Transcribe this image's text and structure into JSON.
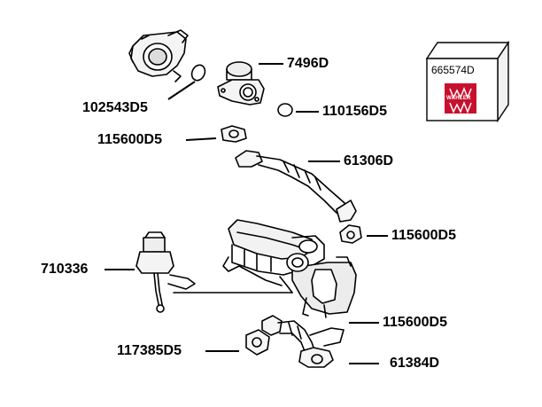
{
  "labels": {
    "p7496d": "7496D",
    "p102543d5": "102543D5",
    "p110156d5": "110156D5",
    "p115600d5_top": "115600D5",
    "p61306d": "61306D",
    "p115600d5_right": "115600D5",
    "p710336": "710336",
    "p115600d5_bottom": "115600D5",
    "p117385d5": "117385D5",
    "p61384d": "61384D"
  },
  "kit_box": {
    "code": "665574D",
    "brand": "WAHLER",
    "brand_color": "#c8102e"
  }
}
